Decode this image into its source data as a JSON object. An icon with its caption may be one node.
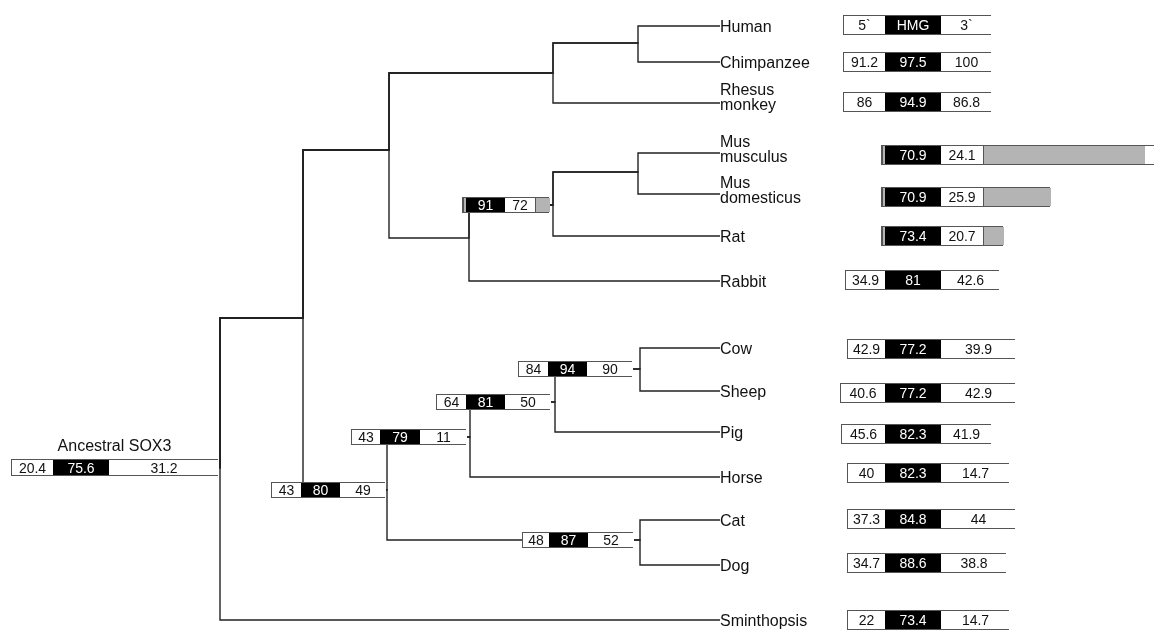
{
  "diagram": {
    "nodes": [
      {
        "text": [
          "Human"
        ]
      },
      {
        "text": [
          "5`",
          "HMG",
          "3`"
        ]
      },
      {
        "text": [
          "Chimpanzee"
        ]
      },
      {
        "text": [
          "91.2",
          "97.5",
          "100"
        ]
      },
      {
        "text": [
          "Rhesus monkey"
        ]
      },
      {
        "text": [
          "86",
          "94.9",
          "86.8"
        ]
      },
      {
        "text": [
          "Mus musculus"
        ]
      },
      {
        "text": [
          "70.9",
          "24.1"
        ]
      },
      {
        "text": [
          "Mus domesticus"
        ]
      },
      {
        "text": [
          "70.9",
          "25.9"
        ]
      },
      {
        "text": [
          "91",
          "72"
        ]
      },
      {
        "text": [
          "Rat"
        ]
      },
      {
        "text": [
          "73.4",
          "20.7"
        ]
      },
      {
        "text": [
          "Rabbit"
        ]
      },
      {
        "text": [
          "34.9",
          "81",
          "42.6"
        ]
      },
      {
        "text": [
          "Cow"
        ]
      },
      {
        "text": [
          "42.9",
          "77.2",
          "39.9"
        ]
      },
      {
        "text": [
          "84",
          "94",
          "90"
        ]
      },
      {
        "text": [
          "Sheep"
        ]
      },
      {
        "text": [
          "40.6",
          "77.2",
          "42.9"
        ]
      },
      {
        "text": [
          "64",
          "81",
          "50"
        ]
      },
      {
        "text": [
          "Pig"
        ]
      },
      {
        "text": [
          "45.6",
          "82.3",
          "41.9"
        ]
      },
      {
        "text": [
          "Ancestral SOX3",
          "20.4",
          "75.6",
          "31.2"
        ]
      },
      {
        "text": [
          "43",
          "79",
          "11"
        ]
      },
      {
        "text": [
          "Horse"
        ]
      },
      {
        "text": [
          "40",
          "82.3",
          "14.7"
        ]
      },
      {
        "text": [
          "43",
          "80",
          "49"
        ]
      },
      {
        "text": [
          "Cat"
        ]
      },
      {
        "text": [
          "37.3",
          "84.8",
          "44"
        ]
      },
      {
        "text": [
          "48",
          "87",
          "52"
        ]
      },
      {
        "text": [
          "Dog"
        ]
      },
      {
        "text": [
          "34.7",
          "88.6",
          "38.8"
        ]
      },
      {
        "text": [
          "Sminthopsis"
        ]
      },
      {
        "text": [
          "22",
          "73.4",
          "14.7"
        ]
      }
    ],
    "edges": [
      {
        "from": 23,
        "to": 0,
        "arrow": "none"
      },
      {
        "from": 23,
        "to": 2,
        "arrow": "none"
      },
      {
        "from": 23,
        "to": 4,
        "arrow": "none"
      },
      {
        "from": 23,
        "to": 10,
        "arrow": "none"
      },
      {
        "from": 23,
        "to": 27,
        "arrow": "none"
      },
      {
        "from": 23,
        "to": 33,
        "arrow": "none"
      },
      {
        "from": 10,
        "to": 6,
        "arrow": "none"
      },
      {
        "from": 10,
        "to": 8,
        "arrow": "none"
      },
      {
        "from": 10,
        "to": 11,
        "arrow": "none"
      },
      {
        "from": 10,
        "to": 13,
        "arrow": "none"
      },
      {
        "from": 27,
        "to": 24,
        "arrow": "none"
      },
      {
        "from": 27,
        "to": 30,
        "arrow": "none"
      },
      {
        "from": 24,
        "to": 20,
        "arrow": "none"
      },
      {
        "from": 24,
        "to": 25,
        "arrow": "none"
      },
      {
        "from": 20,
        "to": 17,
        "arrow": "none"
      },
      {
        "from": 20,
        "to": 21,
        "arrow": "none"
      },
      {
        "from": 17,
        "to": 15,
        "arrow": "none"
      },
      {
        "from": 17,
        "to": 18,
        "arrow": "none"
      },
      {
        "from": 30,
        "to": 28,
        "arrow": "none"
      },
      {
        "from": 30,
        "to": 31,
        "arrow": "none"
      }
    ]
  }
}
